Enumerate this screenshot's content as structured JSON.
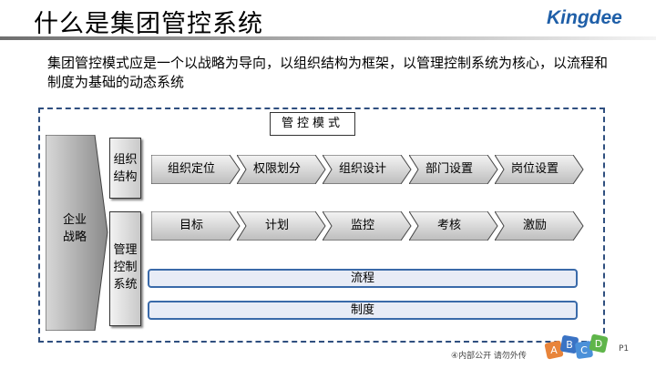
{
  "title": "什么是集团管控系统",
  "logo": "Kingdee",
  "description": "集团管控模式应是一个以战略为导向，以组织结构为框架，以管理控制系统为核心，以流程和制度为基础的动态系统",
  "diagram": {
    "mode_label": "管控模式",
    "strategy": [
      "企业",
      "战略"
    ],
    "org_structure": [
      "组织",
      "结构"
    ],
    "mgmt_control": [
      "管理",
      "控制",
      "系统"
    ],
    "org_steps": [
      "组织定位",
      "权限划分",
      "组织设计",
      "部门设置",
      "岗位设置"
    ],
    "control_steps": [
      "目标",
      "计划",
      "监控",
      "考核",
      "激励"
    ],
    "process": "流程",
    "system": "制度"
  },
  "footer": {
    "confidential": "④内部公开 请勿外传",
    "page": "P1",
    "icon_letters": [
      "A",
      "B",
      "C",
      "D"
    ]
  },
  "colors": {
    "logo": "#1f5fa8",
    "frame": "#2f4f7f",
    "bar_border": "#3a6aa9"
  }
}
